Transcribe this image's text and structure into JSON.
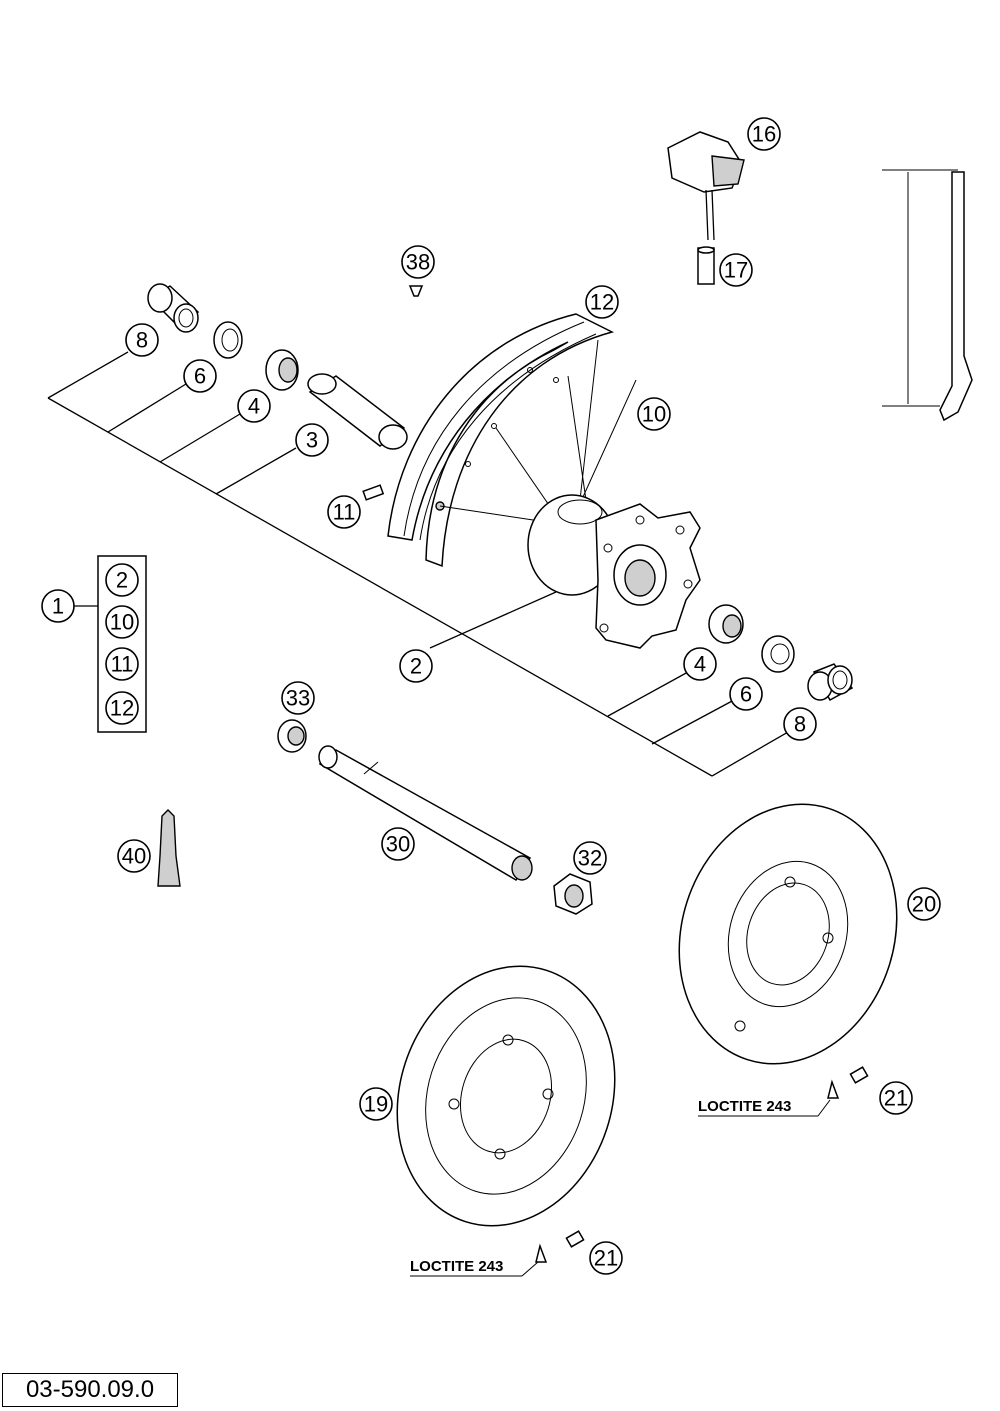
{
  "callouts": {
    "c1": "1",
    "c2": "2",
    "c2b": "2",
    "c3": "3",
    "c4a": "4",
    "c4b": "4",
    "c6a": "6",
    "c6b": "6",
    "c8a": "8",
    "c8b": "8",
    "c10": "10",
    "c10b": "10",
    "c11": "11",
    "c11b": "11",
    "c12": "12",
    "c12b": "12",
    "c16": "16",
    "c17": "17",
    "c19": "19",
    "c20": "20",
    "c21a": "21",
    "c21b": "21",
    "c30": "30",
    "c32": "32",
    "c33": "33",
    "c38": "38",
    "c40": "40"
  },
  "labels": {
    "loctite_a": "LOCTITE 243",
    "loctite_b": "LOCTITE 243",
    "doc_id": "03-590.09.0"
  }
}
